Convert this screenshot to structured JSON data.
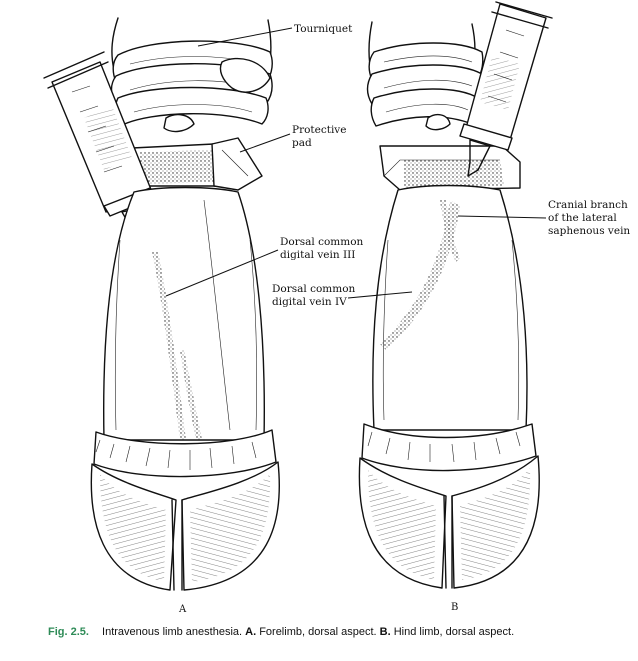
{
  "labels": {
    "tourniquet": "Tourniquet",
    "protective_pad_line1": "Protective",
    "protective_pad_line2": "pad",
    "dorsal_iii_line1": "Dorsal common",
    "dorsal_iii_line2": "digital vein III",
    "dorsal_iv_line1": "Dorsal common",
    "dorsal_iv_line2": "digital vein IV",
    "cranial_line1": "Cranial branch",
    "cranial_line2": "of the lateral",
    "cranial_line3": "saphenous vein"
  },
  "panels": {
    "a": "A",
    "b": "B"
  },
  "caption": {
    "fig_number": "Fig. 2.5.",
    "text_intro": "Intravenous limb anesthesia.",
    "a_letter": "A.",
    "a_text": "Forelimb, dorsal aspect.",
    "b_letter": "B.",
    "b_text": "Hind limb, dorsal aspect."
  },
  "colors": {
    "figure_number": "#2e8b57",
    "ink": "#111111"
  }
}
